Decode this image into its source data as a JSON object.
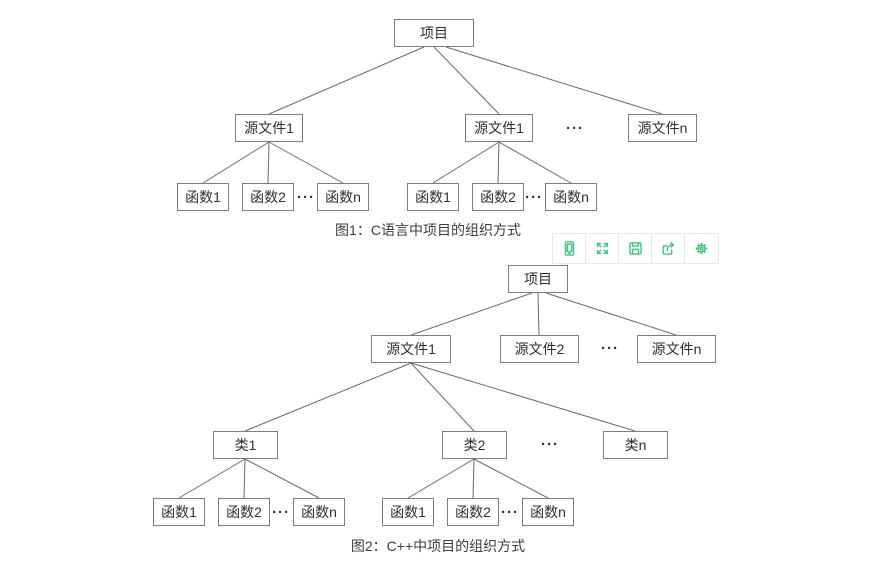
{
  "colors": {
    "accent": "#3bc47e",
    "node_border": "#7d7d7d",
    "edge_line": "#6a6a6a",
    "text": "#333333",
    "toolbar_border": "#e8e8e8",
    "background": "#ffffff"
  },
  "toolbar": {
    "icons": [
      "mobile-preview-icon",
      "fullscreen-icon",
      "save-icon",
      "export-icon",
      "settings-icon"
    ]
  },
  "figure1": {
    "root": "项目",
    "sources": [
      "源文件1",
      "源文件1",
      "源文件n"
    ],
    "functions_left": [
      "函数1",
      "函数2",
      "函数n"
    ],
    "functions_right": [
      "函数1",
      "函数2",
      "函数n"
    ],
    "ellipsis": "···",
    "caption": "图1：C语言中项目的组织方式"
  },
  "figure2": {
    "root": "项目",
    "sources": [
      "源文件1",
      "源文件2",
      "源文件n"
    ],
    "classes": [
      "类1",
      "类2",
      "类n"
    ],
    "functions_left": [
      "函数1",
      "函数2",
      "函数n"
    ],
    "functions_right": [
      "函数1",
      "函数2",
      "函数n"
    ],
    "ellipsis": "···",
    "caption": "图2：C++中项目的组织方式"
  }
}
